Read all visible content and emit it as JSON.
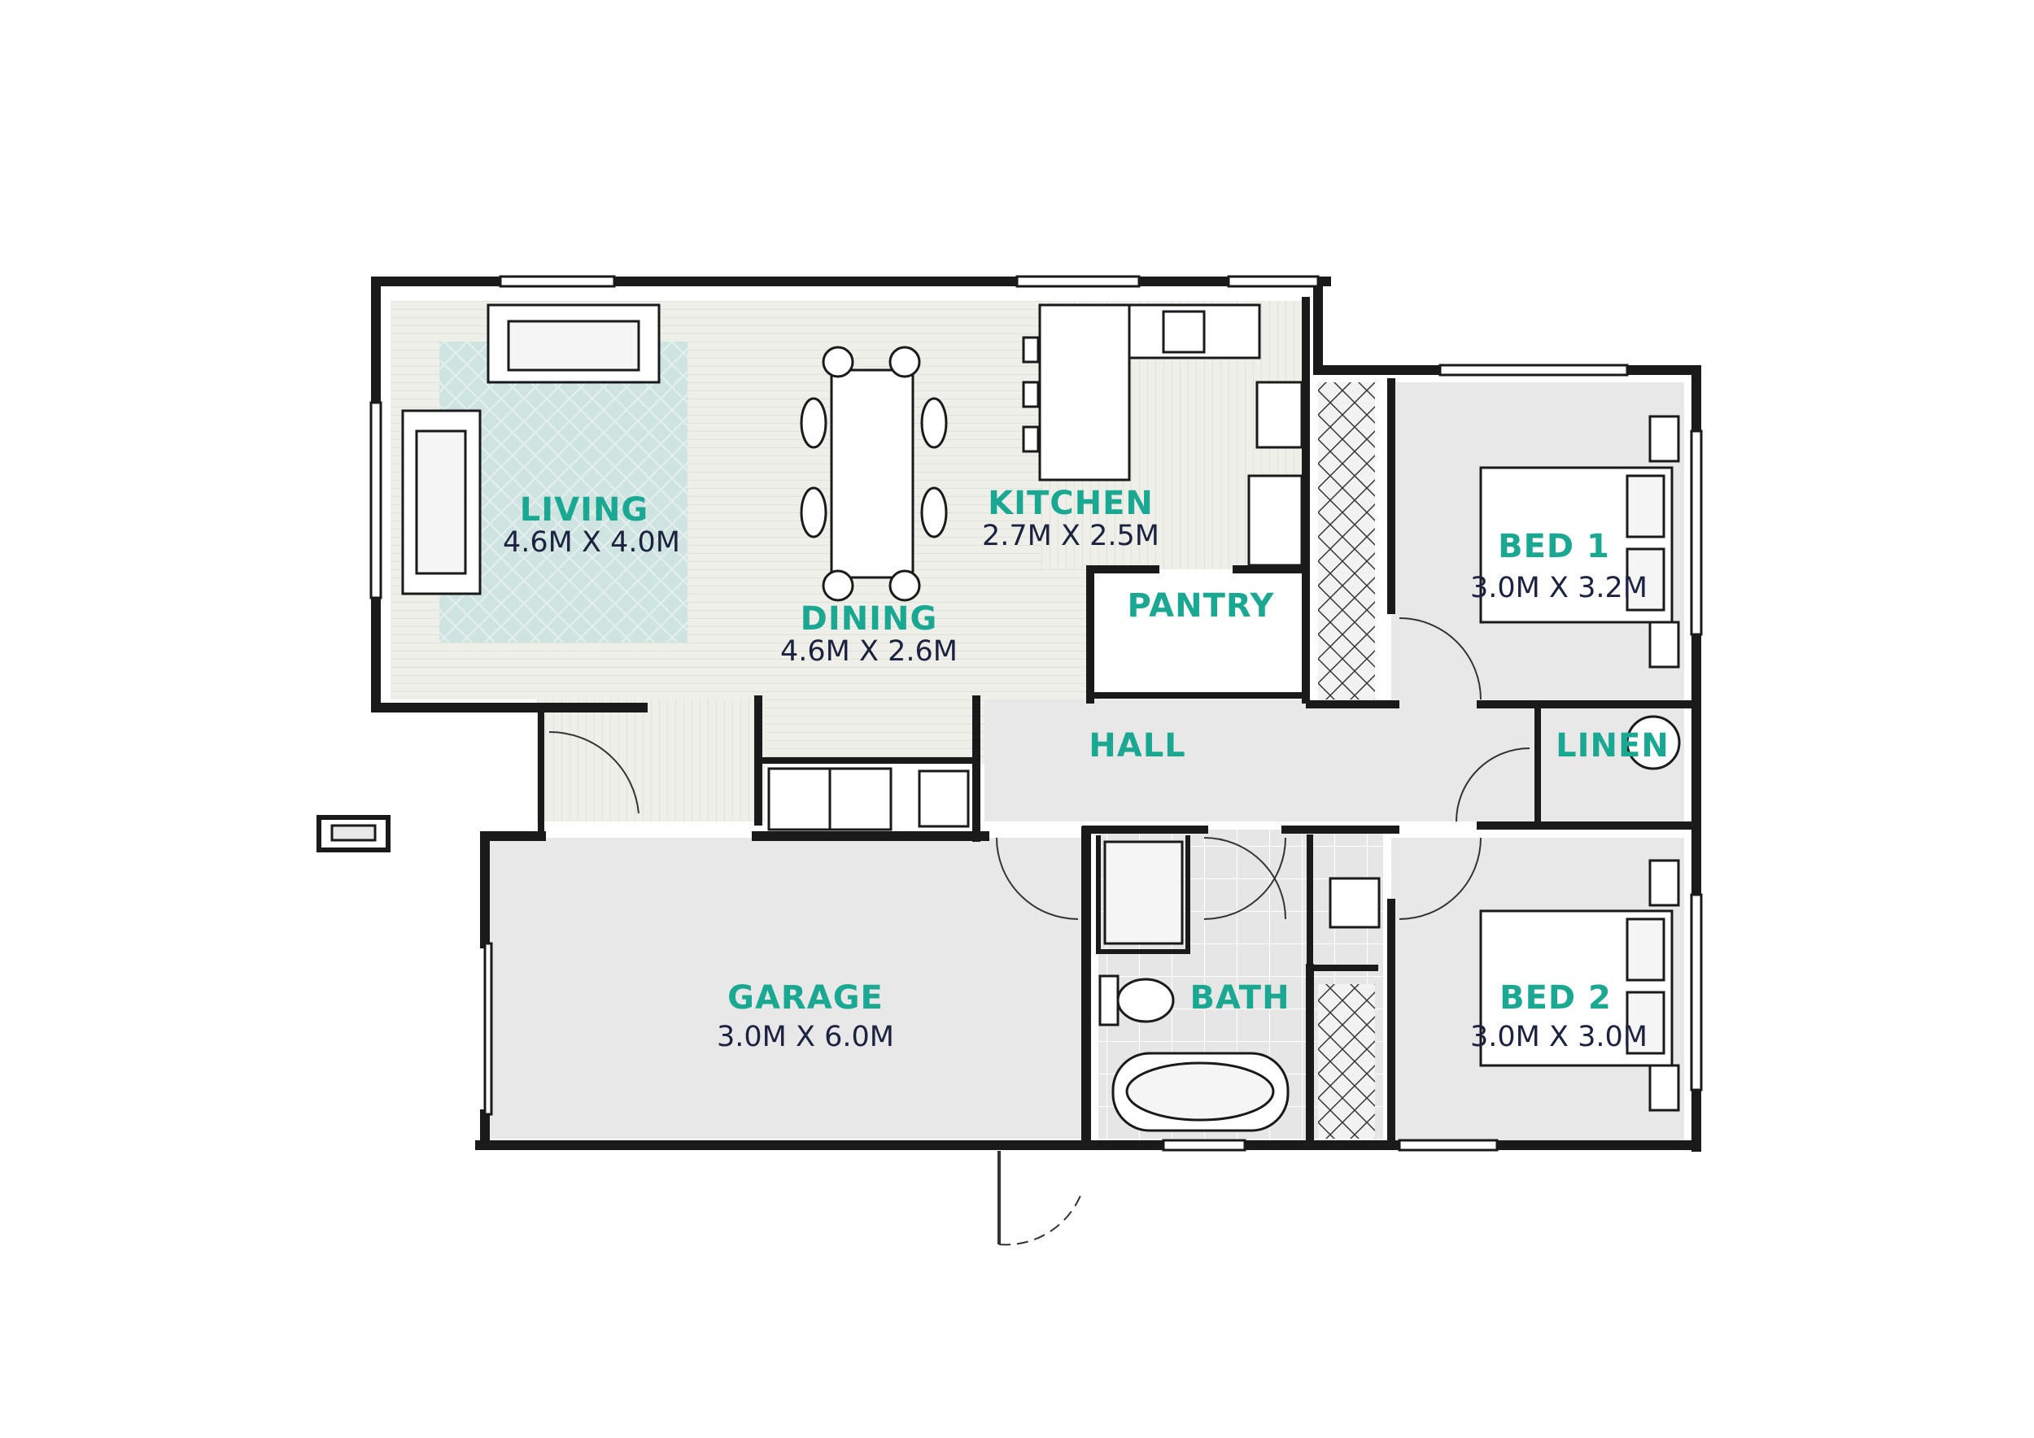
{
  "rooms": {
    "living": {
      "name": "LIVING",
      "dims": "4.6M X 4.0M"
    },
    "kitchen": {
      "name": "KITCHEN",
      "dims": "2.7M X 2.5M"
    },
    "dining": {
      "name": "DINING",
      "dims": "4.6M X 2.6M"
    },
    "pantry": {
      "name": "PANTRY"
    },
    "bed1": {
      "name": "BED 1",
      "dims": "3.0M X 3.2M"
    },
    "hall": {
      "name": "HALL"
    },
    "linen": {
      "name": "LINEN"
    },
    "garage": {
      "name": "GARAGE",
      "dims": "3.0M X 6.0M"
    },
    "bath": {
      "name": "BATH"
    },
    "bed2": {
      "name": "BED 2",
      "dims": "3.0M X 3.0M"
    }
  },
  "colors": {
    "room_label": "#1aa893",
    "dimension_text": "#1c2340",
    "wall": "#1a1a1a",
    "floor_grey": "#e8e8e8",
    "timber_floor": "#eeeee8",
    "rug": "#cfe3e1"
  }
}
